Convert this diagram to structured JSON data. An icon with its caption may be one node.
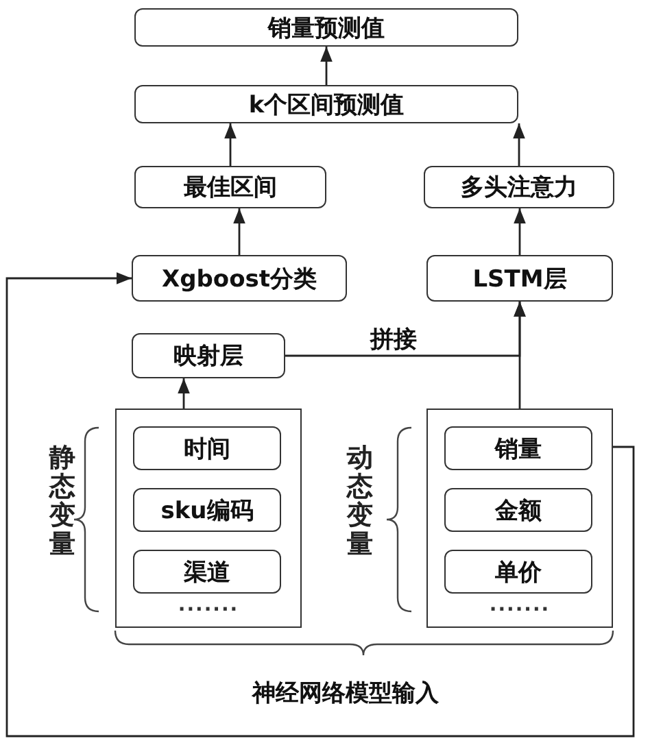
{
  "diagram": {
    "nodes": [
      {
        "text": [
          "销量预测值"
        ]
      },
      {
        "text": [
          "k个区间预测值"
        ]
      },
      {
        "text": [
          "最佳区间"
        ]
      },
      {
        "text": [
          "多头注意力"
        ]
      },
      {
        "text": [
          "Xgboost分类"
        ]
      },
      {
        "text": [
          "LSTM层"
        ]
      },
      {
        "text": [
          "映射层"
        ]
      },
      {
        "text": [
          "·······"
        ],
        "beside": [
          "静态变量"
        ]
      },
      {
        "text": [
          "时间"
        ],
        "in": 7
      },
      {
        "text": [
          "sku编码"
        ],
        "in": 7
      },
      {
        "text": [
          "渠道"
        ],
        "in": 7
      },
      {
        "text": [
          "·······"
        ],
        "beside": [
          "动态变量"
        ]
      },
      {
        "text": [
          "销量"
        ],
        "in": 11
      },
      {
        "text": [
          "金额"
        ],
        "in": 11
      },
      {
        "text": [
          "单价"
        ],
        "in": 11
      }
    ],
    "edges": [
      {
        "from": 1,
        "to": 0,
        "arrow": "to"
      },
      {
        "from": 2,
        "to": 1,
        "arrow": "to"
      },
      {
        "from": 3,
        "to": 1,
        "arrow": "to"
      },
      {
        "from": 4,
        "to": 2,
        "arrow": "to"
      },
      {
        "from": 5,
        "to": 3,
        "arrow": "to"
      },
      {
        "from": 7,
        "to": 6,
        "arrow": "to"
      },
      {
        "from": 6,
        "to": 5,
        "arrow": "to",
        "label": "拼接"
      },
      {
        "from": 11,
        "to": 5,
        "arrow": "to"
      },
      {
        "from": 12,
        "to": 4,
        "arrow": "to"
      }
    ],
    "labels": [
      "神经网络模型输入"
    ]
  }
}
